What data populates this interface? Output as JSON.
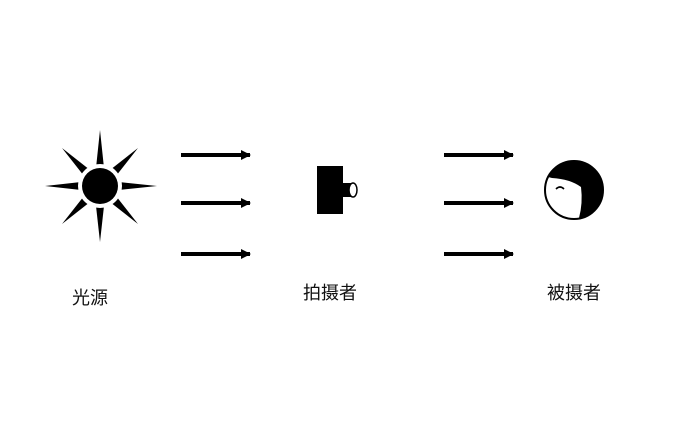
{
  "labels": {
    "light_source": "光源",
    "photographer": "拍摄者",
    "subject": "被摄者"
  },
  "icons": {
    "light_source": "sun-icon",
    "photographer": "camera-icon",
    "subject": "face-icon"
  },
  "colors": {
    "ink": "#000000",
    "background": "#ffffff"
  }
}
